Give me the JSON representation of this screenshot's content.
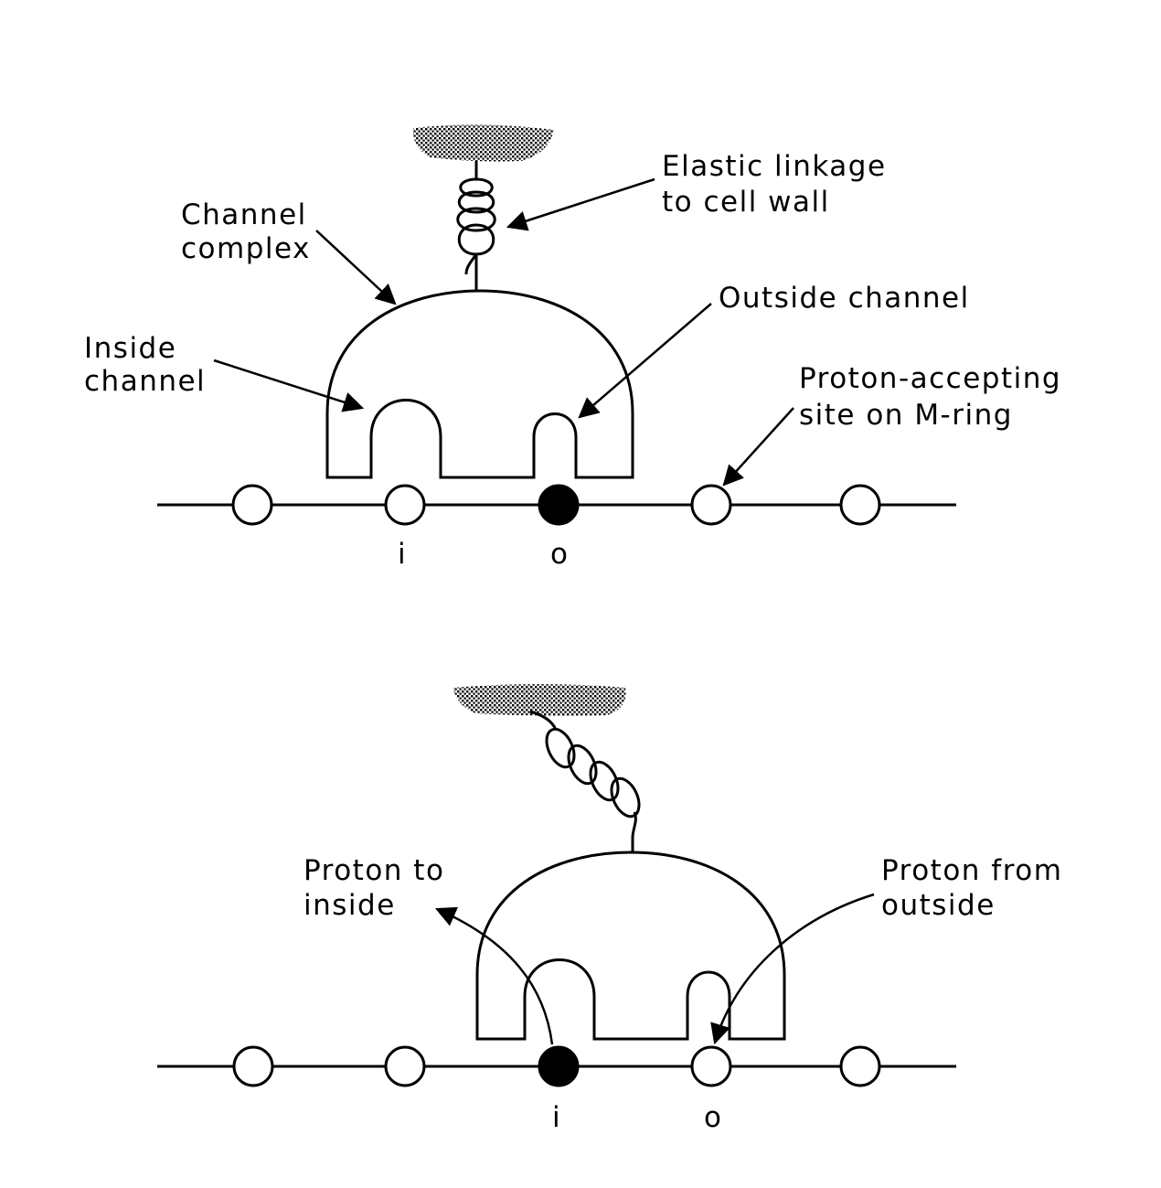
{
  "colors": {
    "ink": "#000000",
    "background": "#ffffff",
    "stipple": "#000000"
  },
  "panel_top": {
    "labels": {
      "elastic_linkage_line1": "Elastic linkage",
      "elastic_linkage_line2": "to cell wall",
      "channel_complex_line1": "Channel",
      "channel_complex_line2": "complex",
      "outside_channel": "Outside channel",
      "inside_channel_line1": "Inside",
      "inside_channel_line2": "channel",
      "proton_site_line1": "Proton-accepting",
      "proton_site_line2": "site on M-ring",
      "site_i": "i",
      "site_o": "o"
    },
    "sites": [
      {
        "state": "empty"
      },
      {
        "state": "empty"
      },
      {
        "state": "occupied"
      },
      {
        "state": "empty"
      },
      {
        "state": "empty"
      }
    ]
  },
  "panel_bottom": {
    "labels": {
      "proton_to_inside_line1": "Proton to",
      "proton_to_inside_line2": "inside",
      "proton_from_outside_line1": "Proton from",
      "proton_from_outside_line2": "outside",
      "site_i": "i",
      "site_o": "o"
    },
    "sites": [
      {
        "state": "empty"
      },
      {
        "state": "empty"
      },
      {
        "state": "occupied"
      },
      {
        "state": "empty"
      },
      {
        "state": "empty"
      }
    ]
  }
}
